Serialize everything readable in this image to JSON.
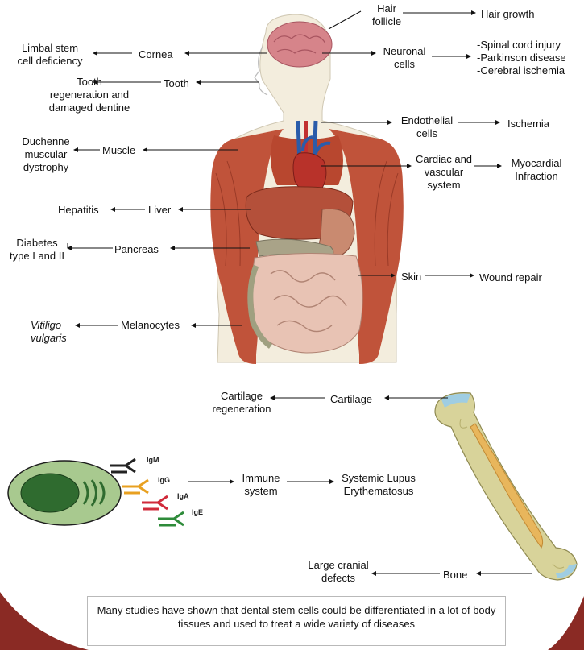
{
  "labels": {
    "hair_follicle": "Hair\nfollicle",
    "hair_growth": "Hair growth",
    "limbal": "Limbal stem\ncell deficiency",
    "cornea": "Cornea",
    "neuronal": "Neuronal\ncells",
    "neuronal_diseases": "-Spinal cord injury\n-Parkinson disease\n-Cerebral ischemia",
    "tooth_regen": "Tooth\nregeneration and\ndamaged dentine",
    "tooth": "Tooth",
    "endothelial": "Endothelial\ncells",
    "ischemia": "Ischemia",
    "duchenne": "Duchenne\nmuscular\ndystrophy",
    "muscle": "Muscle",
    "cardiac": "Cardiac and\nvascular\nsystem",
    "myocardial": "Myocardial\nInfraction",
    "hepatitis": "Hepatitis",
    "liver": "Liver",
    "diabetes": "Diabetes\ntype I and II",
    "pancreas": "Pancreas",
    "skin": "Skin",
    "wound": "Wound repair",
    "vitiligo": "Vitiligo\nvulgaris",
    "melanocytes": "Melanocytes",
    "cartilage_regen": "Cartilage\nregeneration",
    "cartilage": "Cartilage",
    "immune": "Immune\nsystem",
    "lupus": "Systemic Lupus\nErythematosus",
    "cranial": "Large cranial\ndefects",
    "bone": "Bone"
  },
  "antibodies": [
    "IgM",
    "IgG",
    "IgA",
    "IgE"
  ],
  "caption": "Many studies have shown that dental stem cells  could be differentiated in a lot of  body tissues and used to treat a wide variety of diseases",
  "colors": {
    "muscle": "#c0533a",
    "organ_liver": "#b4503a",
    "intestine": "#e8c3b4",
    "bone": "#c9c27a",
    "cell_outer": "#a8c98f",
    "cell_nucleus": "#2f6b2f",
    "igm": "#222222",
    "igg": "#e8a020",
    "iga": "#d02a3a",
    "ige": "#2e8b3a"
  }
}
